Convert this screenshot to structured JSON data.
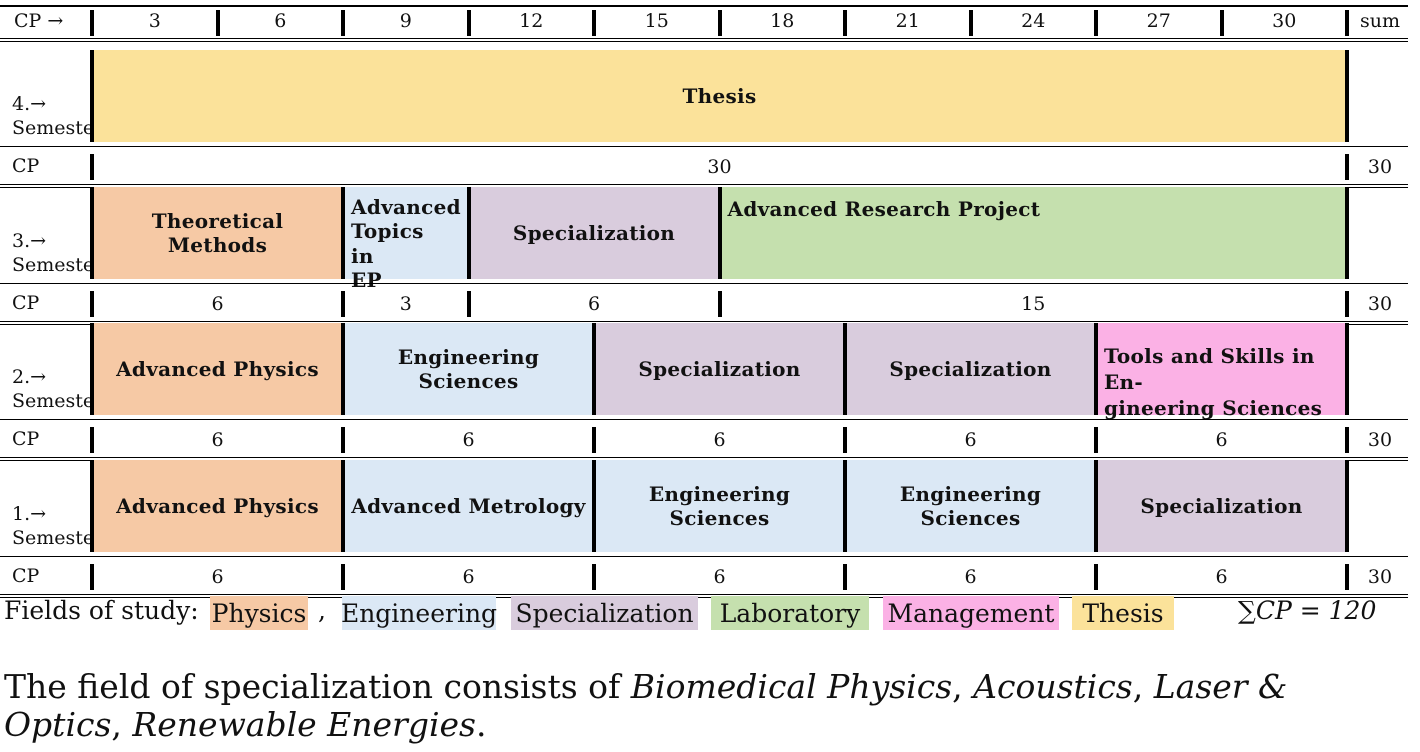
{
  "colors": {
    "physics": "#f6c9a5",
    "engineering": "#dbe8f5",
    "specialization": "#d9ccdd",
    "laboratory": "#c5e0ae",
    "management": "#fbb1e5",
    "thesis": "#fbe29a"
  },
  "header": {
    "cp_label": "CP →",
    "ticks": [
      "3",
      "6",
      "9",
      "12",
      "15",
      "18",
      "21",
      "24",
      "27",
      "30"
    ],
    "sum_label": "sum"
  },
  "cp_row_label": "CP",
  "semesters": [
    {
      "label_number": "4.→",
      "label_word": "Semester",
      "courses": [
        {
          "name": "Thesis",
          "field": "thesis",
          "cp": "30"
        }
      ],
      "sum": ""
    },
    {
      "label_number": "3.→",
      "label_word": "Semester",
      "courses": [
        {
          "name": "Theoretical Methods",
          "field": "physics",
          "cp": "6"
        },
        {
          "name": "Advanced Topics in EP",
          "field": "engineering",
          "cp": "3"
        },
        {
          "name": "Specialization",
          "field": "specialization",
          "cp": "6"
        },
        {
          "name": "Advanced Research Project",
          "field": "laboratory",
          "cp": "15"
        }
      ],
      "sum": "30"
    },
    {
      "label_number": "2.→",
      "label_word": "Semester",
      "courses": [
        {
          "name": "Advanced Physics",
          "field": "physics",
          "cp": "6"
        },
        {
          "name": "Engineering Sciences",
          "field": "engineering",
          "cp": "6"
        },
        {
          "name": "Specialization",
          "field": "specialization",
          "cp": "6"
        },
        {
          "name": "Specialization",
          "field": "specialization",
          "cp": "6"
        },
        {
          "name": "Tools and Skills in En-gineering Sciences",
          "field": "management",
          "cp": "6"
        }
      ],
      "sum": "30"
    },
    {
      "label_number": "1.→",
      "label_word": "Semester",
      "courses": [
        {
          "name": "Advanced Physics",
          "field": "physics",
          "cp": "6"
        },
        {
          "name": "Advanced Metrology",
          "field": "engineering",
          "cp": "6"
        },
        {
          "name": "Engineering Sciences",
          "field": "engineering",
          "cp": "6"
        },
        {
          "name": "Engineering Sciences",
          "field": "engineering",
          "cp": "6"
        },
        {
          "name": "Specialization",
          "field": "specialization",
          "cp": "6"
        }
      ],
      "sum": "30"
    }
  ],
  "semester1_sum": "30",
  "legend": {
    "label": "Fields of study:",
    "separator": ",",
    "items": [
      {
        "name": "Physics",
        "field": "physics"
      },
      {
        "name": "Engineering",
        "field": "engineering"
      },
      {
        "name": "Specialization",
        "field": "specialization"
      },
      {
        "name": "Laboratory",
        "field": "laboratory"
      },
      {
        "name": "Management",
        "field": "management"
      },
      {
        "name": "Thesis",
        "field": "thesis"
      }
    ],
    "total": "∑CP = 120"
  },
  "footnote": {
    "prefix": "The field of specialization consists of",
    "items": [
      "Biomedical Physics",
      "Acoustics",
      "Laser & Optics",
      "Renewable Energies"
    ],
    "suffix": "."
  }
}
